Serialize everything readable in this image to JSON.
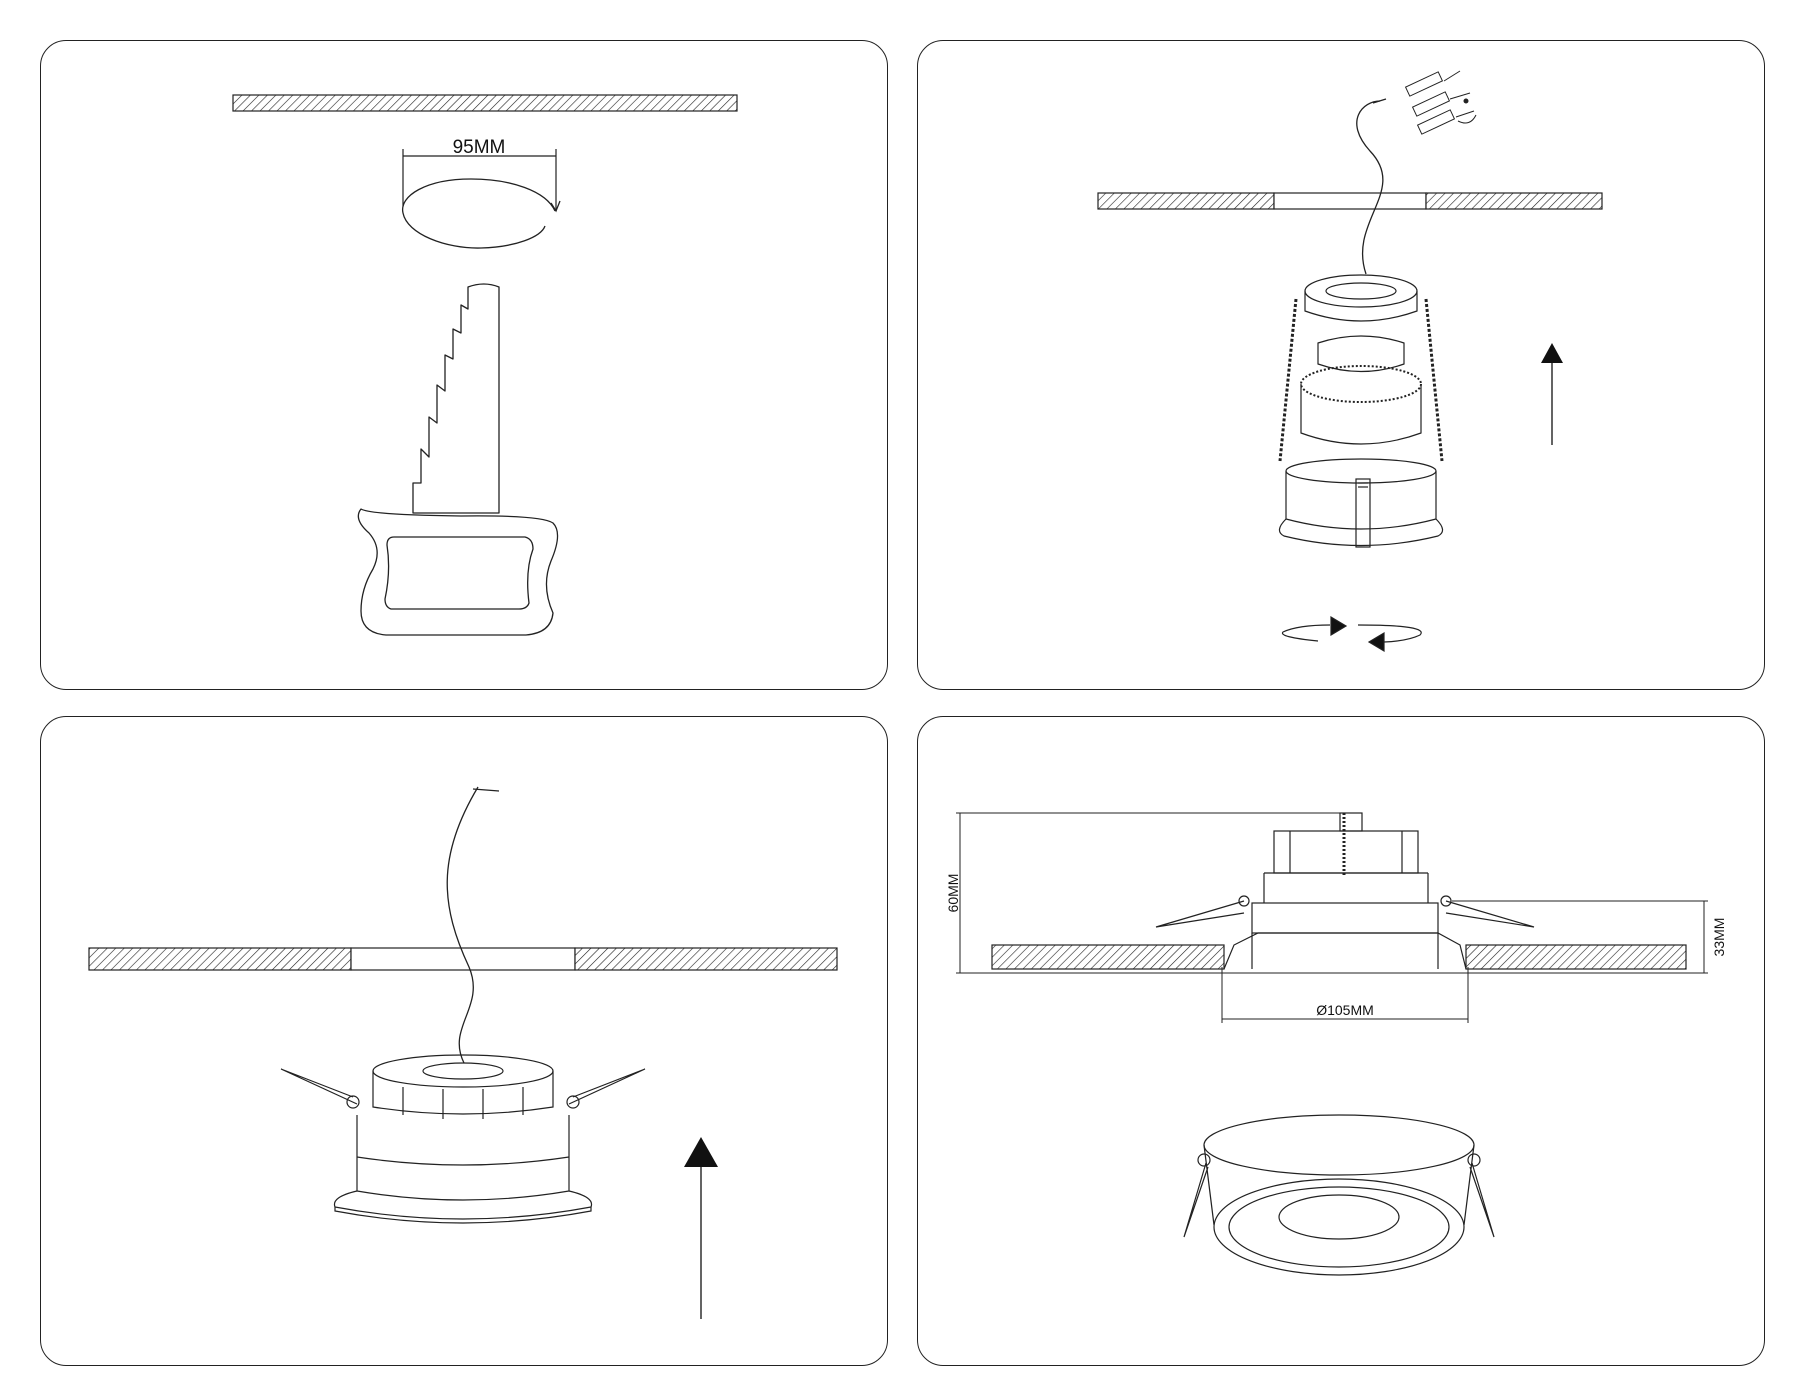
{
  "steps": [
    {
      "id": "cut-hole",
      "dimension_label": "95MM"
    },
    {
      "id": "connect-and-insert"
    },
    {
      "id": "push-into-ceiling"
    },
    {
      "id": "installed",
      "height_label": "60MM",
      "depth_label": "33MM",
      "diameter_label": "Ø105MM"
    }
  ],
  "colors": {
    "stroke": "#222222",
    "background": "#ffffff"
  },
  "icons": [
    "hand-saw-icon",
    "cable-connector-icon",
    "up-arrow-icon",
    "rotate-arrows-icon",
    "spring-clip-icon"
  ]
}
